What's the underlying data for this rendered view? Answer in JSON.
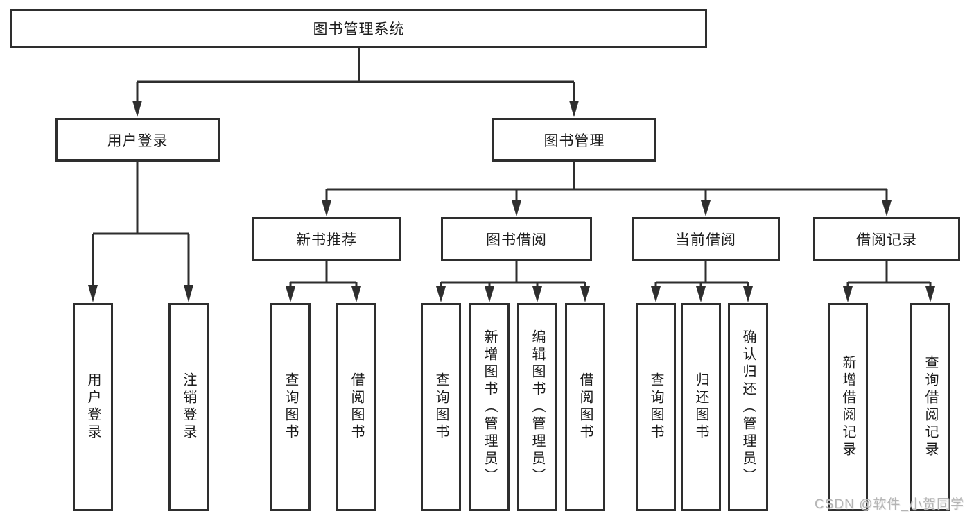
{
  "diagram": {
    "colors": {
      "line": "#2e2e2e",
      "box_background": "#ffffff",
      "text": "#1c1c1c",
      "watermark": "#b4b4b4"
    },
    "watermark": "CSDN @软件_小贺同学",
    "nodes": {
      "root": {
        "label": "图书管理系统"
      },
      "user_login": {
        "label": "用户登录"
      },
      "book_mgmt": {
        "label": "图书管理"
      },
      "new_book_rec": {
        "label": "新书推荐"
      },
      "book_borrow": {
        "label": "图书借阅"
      },
      "current_borrow": {
        "label": "当前借阅"
      },
      "borrow_records": {
        "label": "借阅记录"
      },
      "leaf_user_login": {
        "label": "用户登录"
      },
      "leaf_logout": {
        "label": "注销登录"
      },
      "leaf_rec_query_book": {
        "label": "查询图书"
      },
      "leaf_rec_borrow_book": {
        "label": "借阅图书"
      },
      "leaf_bb_query_book": {
        "label": "查询图书"
      },
      "leaf_bb_add_book": {
        "label": "新增图书（管理员）"
      },
      "leaf_bb_edit_book": {
        "label": "编辑图书（管理员）"
      },
      "leaf_bb_borrow_book": {
        "label": "借阅图书"
      },
      "leaf_cb_query_book": {
        "label": "查询图书"
      },
      "leaf_cb_return_book": {
        "label": "归还图书"
      },
      "leaf_cb_confirm_return": {
        "label": "确认归还（管理员）"
      },
      "leaf_br_add_record": {
        "label": "新增借阅记录"
      },
      "leaf_br_query_record": {
        "label": "查询借阅记录"
      }
    }
  }
}
